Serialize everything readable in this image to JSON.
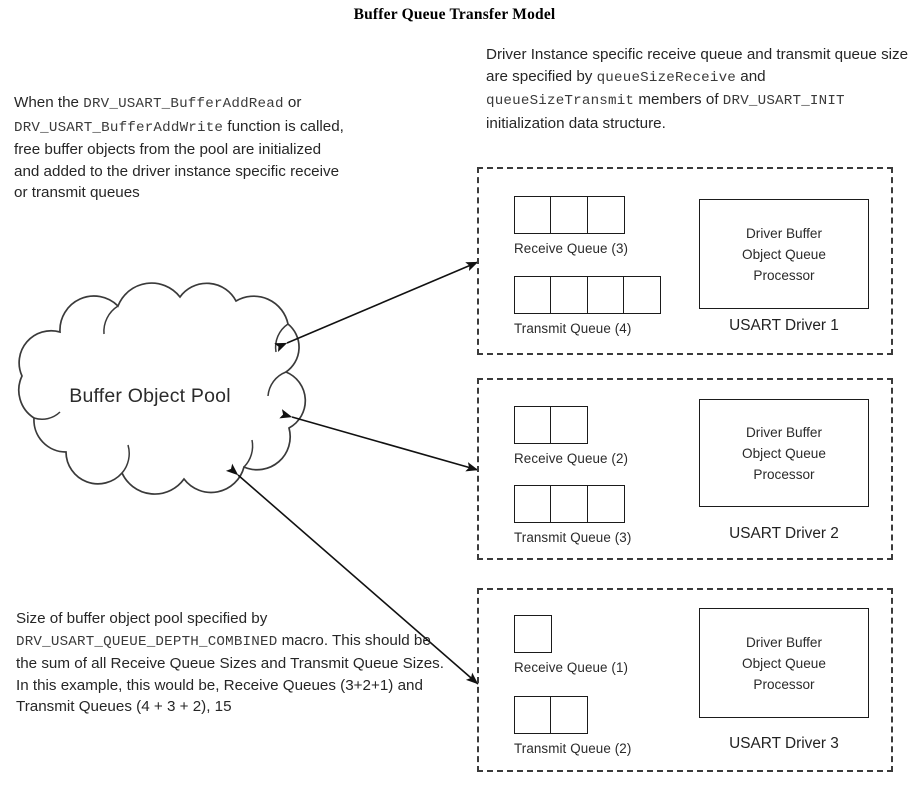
{
  "title": "Buffer Queue Transfer Model",
  "notes": {
    "top_right": [
      {
        "t": "Driver Instance specific receive queue and transmit queue size are specified by ",
        "mono": false
      },
      {
        "t": "queueSizeReceive",
        "mono": true
      },
      {
        "t": " and ",
        "mono": false
      },
      {
        "t": "queueSizeTransmit",
        "mono": true
      },
      {
        "t": "  members of ",
        "mono": false
      },
      {
        "t": "DRV_USART_INIT",
        "mono": true
      },
      {
        "t": " initialization data structure.",
        "mono": false
      }
    ],
    "left": [
      {
        "t": "When the ",
        "mono": false
      },
      {
        "t": "DRV_USART_BufferAddRead",
        "mono": true
      },
      {
        "t": " or ",
        "mono": false
      },
      {
        "t": "DRV_USART_BufferAddWrite",
        "mono": true
      },
      {
        "t": " function is called, free buffer objects from the pool are initialized and added to the driver instance specific receive or transmit queues",
        "mono": false
      }
    ],
    "bottom_left": [
      {
        "t": "Size of buffer object pool specified by ",
        "mono": false
      },
      {
        "t": "DRV_USART_QUEUE_DEPTH_COMBINED",
        "mono": true
      },
      {
        "t": " macro. This should be the sum of all Receive Queue Sizes and Transmit Queue Sizes. In this example, this would be, Receive Queues (3+2+1) and Transmit Queues (4 + 3 + 2), 15",
        "mono": false
      }
    ]
  },
  "cloud": {
    "label": "Buffer Object Pool"
  },
  "processor_label": "Driver Buffer\nObject Queue\nProcessor",
  "processor_lines": [
    "Driver Buffer",
    "Object Queue",
    "Processor"
  ],
  "drivers": [
    {
      "caption": "USART Driver 1",
      "receive": {
        "label": "Receive Queue (3)",
        "size": 3
      },
      "transmit": {
        "label": "Transmit Queue (4)",
        "size": 4
      }
    },
    {
      "caption": "USART Driver 2",
      "receive": {
        "label": "Receive Queue (2)",
        "size": 2
      },
      "transmit": {
        "label": "Transmit Queue (3)",
        "size": 3
      }
    },
    {
      "caption": "USART Driver 3",
      "caption_alt": "USART Driver 3",
      "receive": {
        "label": "Receive Queue (1)",
        "size": 1
      },
      "transmit": {
        "label": "Transmit Queue (2)",
        "size": 2
      }
    }
  ],
  "connectors": [
    {
      "name": "cloud-to-driver-1",
      "double_headed": true
    },
    {
      "name": "cloud-to-driver-2",
      "double_headed": true
    },
    {
      "name": "cloud-to-driver-3",
      "double_headed": true
    }
  ],
  "colors": {
    "ink": "#231f20",
    "line": "#1b1b1b",
    "dashed": "#3b3b3b",
    "mono_text": "#3a3a3a"
  }
}
